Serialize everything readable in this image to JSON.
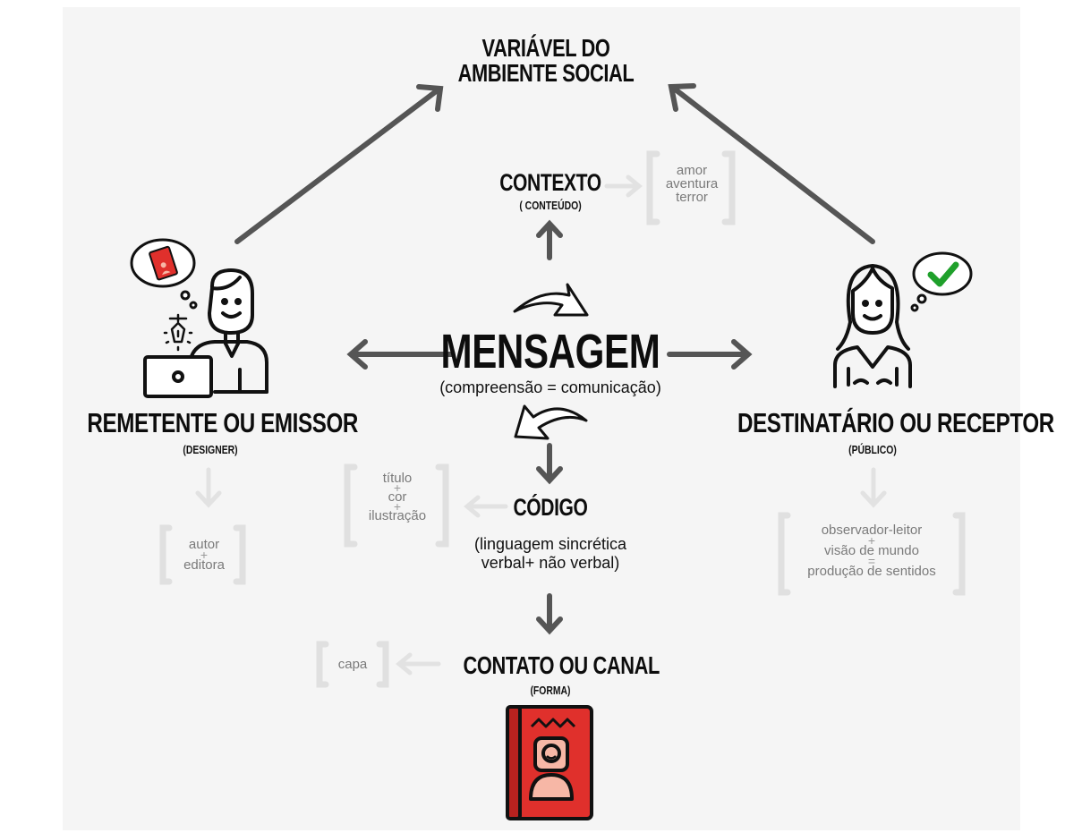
{
  "top_heading": [
    "VARIÁVEL DO",
    "AMBIENTE SOCIAL"
  ],
  "contexto": {
    "title": "CONTEXTO",
    "subtitle": "( CONTEÚDO)",
    "examples": [
      "amor",
      "aventura",
      "terror"
    ]
  },
  "mensagem": {
    "title": "MENSAGEM",
    "subtitle": "(compreensão = comunicação)"
  },
  "remetente": {
    "title": "REMETENTE OU EMISSOR",
    "subtitle": "(DESIGNER)",
    "examples": [
      "autor",
      "+",
      "editora"
    ]
  },
  "destinatario": {
    "title": "DESTINATÁRIO OU RECEPTOR",
    "subtitle": "(PÚBLICO)",
    "examples": [
      "observador-leitor",
      "+",
      "visão de mundo",
      "=",
      "produção de sentidos"
    ]
  },
  "codigo": {
    "title": "CÓDIGO",
    "description": [
      "(linguagem sincrética",
      "verbal+ não verbal)"
    ],
    "examples": [
      "título",
      "+",
      "cor",
      "+",
      "ilustração"
    ]
  },
  "contato": {
    "title": "CONTATO OU CANAL",
    "subtitle": "(FORMA)",
    "examples": [
      "capa"
    ]
  },
  "icons": [
    "designer-person-icon",
    "laptop-icon",
    "pen-nib-icon",
    "book-thought-icon",
    "reader-person-icon",
    "check-thought-icon",
    "red-book-icon",
    "curved-arrow-icon"
  ],
  "colors": {
    "dark_arrow": "#555555",
    "faint_arrow": "#e2e2e2",
    "book_red": "#e0302c",
    "check_green": "#1fa02b",
    "panel": "#f5f5f5"
  }
}
